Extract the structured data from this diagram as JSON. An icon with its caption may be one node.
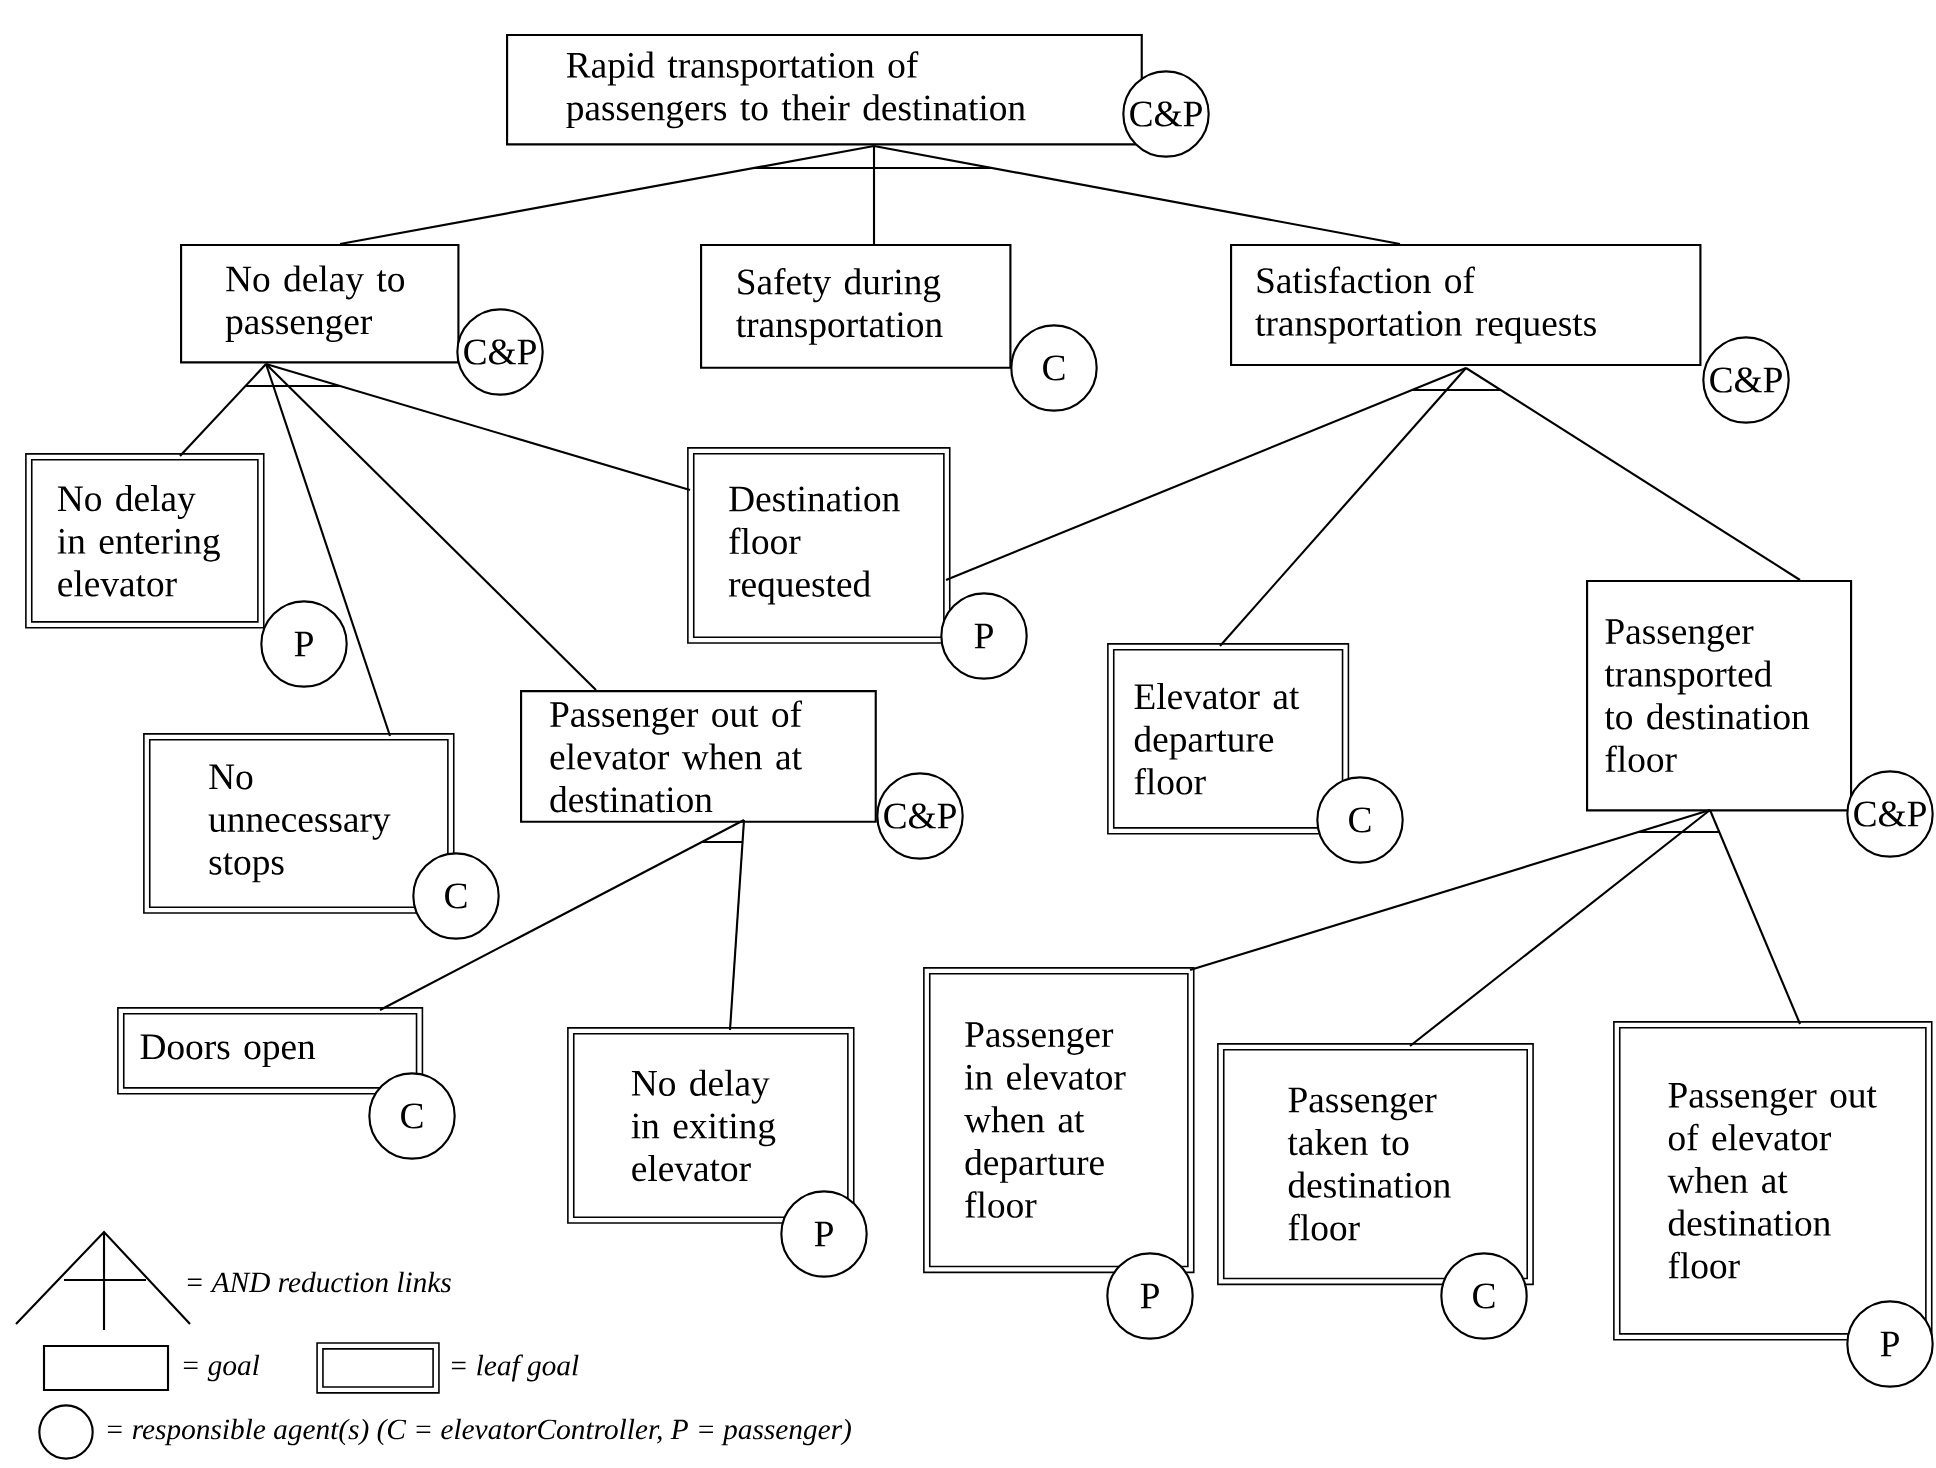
{
  "diagram": {
    "nodes": [
      {
        "text": [
          "Rapid transportation of passengers to their destination"
        ],
        "beside": [
          "C&P"
        ]
      },
      {
        "text": [
          "No delay to passenger"
        ],
        "beside": [
          "C&P"
        ]
      },
      {
        "text": [
          "Safety during transportation"
        ],
        "beside": [
          "C"
        ]
      },
      {
        "text": [
          "Satisfaction of transportation requests"
        ],
        "beside": [
          "C&P"
        ]
      },
      {
        "text": [
          "No delay in entering elevator"
        ],
        "beside": [
          "P"
        ]
      },
      {
        "text": [
          "Destination floor requested"
        ],
        "beside": [
          "P"
        ]
      },
      {
        "text": [
          "Elevator at departure floor"
        ],
        "beside": [
          "C"
        ]
      },
      {
        "text": [
          "Passenger transported to destination floor"
        ],
        "beside": [
          "C&P"
        ]
      },
      {
        "text": [
          "No unnecessary stops"
        ],
        "beside": [
          "C"
        ]
      },
      {
        "text": [
          "Passenger out of elevator when at destination"
        ],
        "beside": [
          "C&P"
        ]
      },
      {
        "text": [
          "Doors open"
        ],
        "beside": [
          "C"
        ]
      },
      {
        "text": [
          "No delay in exiting elevator"
        ],
        "beside": [
          "P"
        ]
      },
      {
        "text": [
          "Passenger in elevator when at departure floor"
        ],
        "beside": [
          "P"
        ]
      },
      {
        "text": [
          "Passenger taken to destination floor"
        ],
        "beside": [
          "C"
        ]
      },
      {
        "text": [
          "Passenger out of elevator when at destination floor"
        ],
        "beside": [
          "P"
        ]
      }
    ],
    "edges": [
      {
        "from": 0,
        "to": 1,
        "arrow": "none"
      },
      {
        "from": 0,
        "to": 2,
        "arrow": "none"
      },
      {
        "from": 0,
        "to": 3,
        "arrow": "none"
      },
      {
        "from": 1,
        "to": 4,
        "arrow": "none"
      },
      {
        "from": 1,
        "to": 8,
        "arrow": "none"
      },
      {
        "from": 1,
        "to": 9,
        "arrow": "none"
      },
      {
        "from": 1,
        "to": 5,
        "arrow": "none"
      },
      {
        "from": 3,
        "to": 5,
        "arrow": "none"
      },
      {
        "from": 3,
        "to": 6,
        "arrow": "none"
      },
      {
        "from": 3,
        "to": 7,
        "arrow": "none"
      },
      {
        "from": 9,
        "to": 10,
        "arrow": "none"
      },
      {
        "from": 9,
        "to": 11,
        "arrow": "none"
      },
      {
        "from": 7,
        "to": 12,
        "arrow": "none"
      },
      {
        "from": 7,
        "to": 13,
        "arrow": "none"
      },
      {
        "from": 7,
        "to": 14,
        "arrow": "none"
      }
    ],
    "legend": [
      {
        "text": "= AND reduction links"
      },
      {
        "text": "= goal"
      },
      {
        "text": "= leaf goal"
      },
      {
        "text": "= responsible agent(s) (C = elevatorController, P = passenger)"
      }
    ]
  }
}
